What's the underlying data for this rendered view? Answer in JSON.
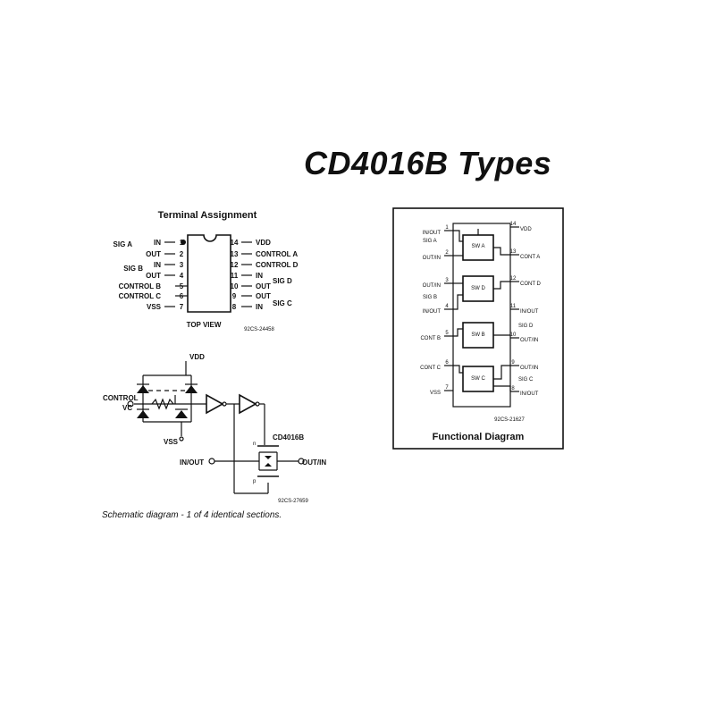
{
  "title": "CD4016B Types",
  "terminal_assignment": {
    "heading": "Terminal Assignment",
    "left_pins": [
      {
        "num": "1",
        "label": "IN"
      },
      {
        "num": "2",
        "label": "OUT"
      },
      {
        "num": "3",
        "label": "IN"
      },
      {
        "num": "4",
        "label": "OUT"
      },
      {
        "num": "5",
        "label": "CONTROL B"
      },
      {
        "num": "6",
        "label": "CONTROL C"
      },
      {
        "num": "7",
        "label": "VSS"
      }
    ],
    "right_pins": [
      {
        "num": "14",
        "label": "VDD"
      },
      {
        "num": "13",
        "label": "CONTROL A"
      },
      {
        "num": "12",
        "label": "CONTROL D"
      },
      {
        "num": "11",
        "label": "IN"
      },
      {
        "num": "10",
        "label": "OUT"
      },
      {
        "num": "9",
        "label": "OUT"
      },
      {
        "num": "8",
        "label": "IN"
      }
    ],
    "groups": {
      "sig_a": "SIG A",
      "sig_b": "SIG B",
      "sig_d": "SIG D",
      "sig_c": "SIG C"
    },
    "view": "TOP VIEW",
    "code": "92CS-24458"
  },
  "schematic": {
    "vdd": "VDD",
    "vss": "VSS",
    "control": "CONTROL",
    "vc": "VC",
    "part": "CD4016B",
    "n": "n",
    "p": "p",
    "in_out": "IN/OUT",
    "out_in": "OUT/IN",
    "code": "92CS-27659",
    "caption": "Schematic diagram - 1 of 4 identical sections."
  },
  "functional": {
    "heading": "Functional Diagram",
    "code": "92CS-21627",
    "switches": [
      "SW A",
      "SW D",
      "SW B",
      "SW C"
    ],
    "left": [
      {
        "num": "1",
        "label": "IN/OUT"
      },
      {
        "num": "2",
        "label": "OUT/IN"
      },
      {
        "num": "3",
        "label": "OUT/IN"
      },
      {
        "num": "4",
        "label": "IN/OUT"
      },
      {
        "num": "5",
        "label": "CONT B"
      },
      {
        "num": "6",
        "label": "CONT C"
      },
      {
        "num": "7",
        "label": "VSS"
      }
    ],
    "right": [
      {
        "num": "14",
        "label": "VDD"
      },
      {
        "num": "13",
        "label": "CONT A"
      },
      {
        "num": "12",
        "label": "CONT D"
      },
      {
        "num": "11",
        "label": "IN/OUT"
      },
      {
        "num": "10",
        "label": "OUT/IN"
      },
      {
        "num": "9",
        "label": "OUT/IN"
      },
      {
        "num": "8",
        "label": "IN/OUT"
      }
    ],
    "sig": {
      "a": "SIG A",
      "b": "SIG B",
      "d": "SIG D",
      "c": "SIG C"
    }
  }
}
